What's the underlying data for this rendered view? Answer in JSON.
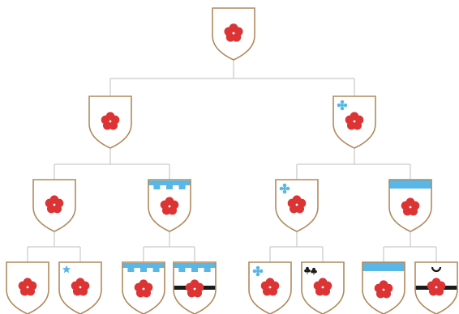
{
  "diagram": {
    "kind": "heraldic-cadency-tree",
    "colors": {
      "line": "#c9c9c9",
      "shield_fill": "#ffffff",
      "shield_edge": "#b08a5e",
      "charge": "#dc3434",
      "charge_center": "#ffffff",
      "difference": "#58b7e6",
      "black": "#1a1a1a"
    },
    "nodes": [
      {
        "id": "root",
        "generation": 0,
        "mark": "none"
      },
      {
        "id": "g1-first",
        "generation": 1,
        "mark": "none"
      },
      {
        "id": "g1-second",
        "generation": 1,
        "mark": "crosslet-blue"
      },
      {
        "id": "g2-first-first",
        "generation": 2,
        "mark": "none"
      },
      {
        "id": "g2-first-second",
        "generation": 2,
        "mark": "label-blue"
      },
      {
        "id": "g2-second-first",
        "generation": 2,
        "mark": "crosslet-blue"
      },
      {
        "id": "g2-second-second",
        "generation": 2,
        "mark": "chief-blue"
      },
      {
        "id": "g3-a",
        "generation": 3,
        "mark": "none"
      },
      {
        "id": "g3-b",
        "generation": 3,
        "mark": "mullet-blue"
      },
      {
        "id": "g3-c",
        "generation": 3,
        "mark": "label-blue"
      },
      {
        "id": "g3-d",
        "generation": 3,
        "mark": "label-blue-and-bar-black"
      },
      {
        "id": "g3-e",
        "generation": 3,
        "mark": "crosslet-blue"
      },
      {
        "id": "g3-f",
        "generation": 3,
        "mark": "clubs-black"
      },
      {
        "id": "g3-g",
        "generation": 3,
        "mark": "chief-blue"
      },
      {
        "id": "g3-h",
        "generation": 3,
        "mark": "crescent-and-bar-black"
      }
    ],
    "edges": [
      [
        "root",
        "g1-first"
      ],
      [
        "root",
        "g1-second"
      ],
      [
        "g1-first",
        "g2-first-first"
      ],
      [
        "g1-first",
        "g2-first-second"
      ],
      [
        "g1-second",
        "g2-second-first"
      ],
      [
        "g1-second",
        "g2-second-second"
      ],
      [
        "g2-first-first",
        "g3-a"
      ],
      [
        "g2-first-first",
        "g3-b"
      ],
      [
        "g2-first-second",
        "g3-c"
      ],
      [
        "g2-first-second",
        "g3-d"
      ],
      [
        "g2-second-first",
        "g3-e"
      ],
      [
        "g2-second-first",
        "g3-f"
      ],
      [
        "g2-second-second",
        "g3-g"
      ],
      [
        "g2-second-second",
        "g3-h"
      ]
    ]
  }
}
